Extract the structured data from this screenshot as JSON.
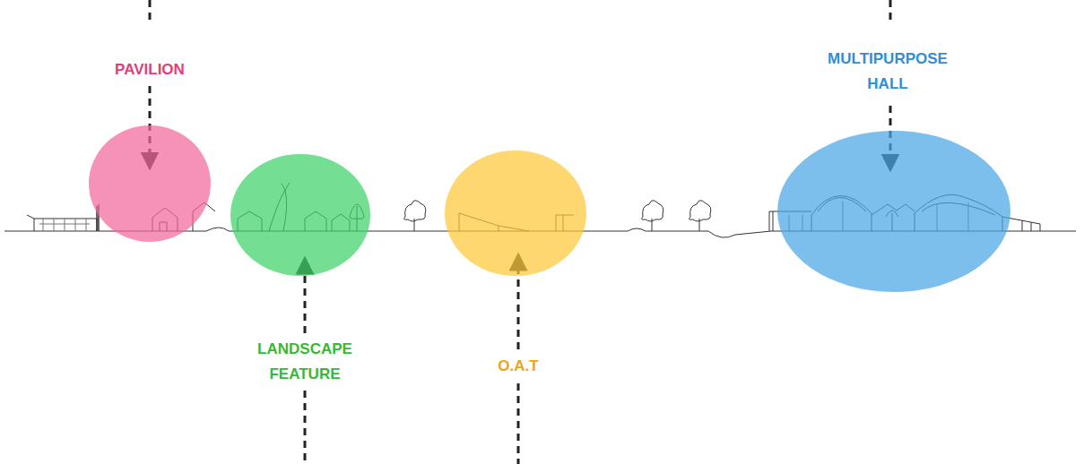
{
  "diagram": {
    "nodes": [
      {
        "text": [
          "PAVILION"
        ]
      },
      {
        "text": [
          "LANDSCAPE FEATURE"
        ]
      },
      {
        "text": [
          "O.A.T"
        ]
      },
      {
        "text": [
          "MULTIPURPOSE HALL"
        ]
      }
    ]
  }
}
